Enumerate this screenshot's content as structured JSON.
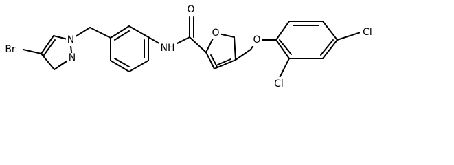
{
  "atoms": {
    "br": "Br",
    "n_pyrazole_1": "N",
    "n_pyrazole_2": "N",
    "nh": "NH",
    "o_carbonyl": "O",
    "o_furan": "O",
    "o_ether": "O",
    "cl_para": "Cl",
    "cl_ortho": "Cl"
  }
}
